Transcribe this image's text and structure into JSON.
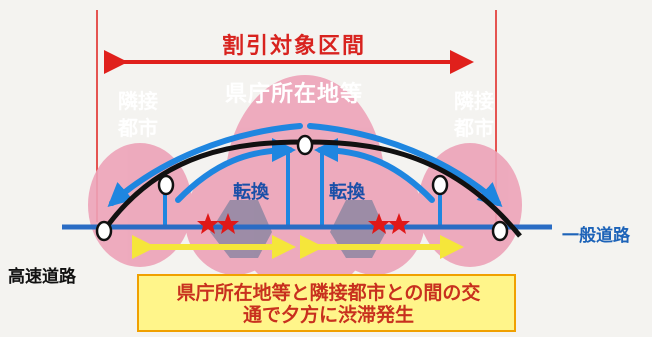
{
  "labels": {
    "title": "割引対象区間",
    "center_area": "県庁所在地等",
    "left_city_line1": "隣接",
    "left_city_line2": "都市",
    "right_city_line1": "隣接",
    "right_city_line2": "都市",
    "transfer_left": "転換",
    "transfer_right": "転換",
    "general_road": "一般道路",
    "expressway": "高速道路",
    "congestion_line1": "県庁所在地等と隣接都市との間の交",
    "congestion_line2": "通で夕方に渋滞発生"
  },
  "colors": {
    "discount_arrow": "#e0201c",
    "area_fill": "#eda3b8",
    "flow_arrow": "#1f86e0",
    "expressway": "#111111",
    "general_road": "#2a6cc4",
    "interchange": "#ffffff",
    "congestion_marker": "#e01818",
    "congestion_arrow": "#f5e63a",
    "callout_fill": "#fff58a"
  },
  "congestion_markers": 4,
  "interchanges": 5
}
